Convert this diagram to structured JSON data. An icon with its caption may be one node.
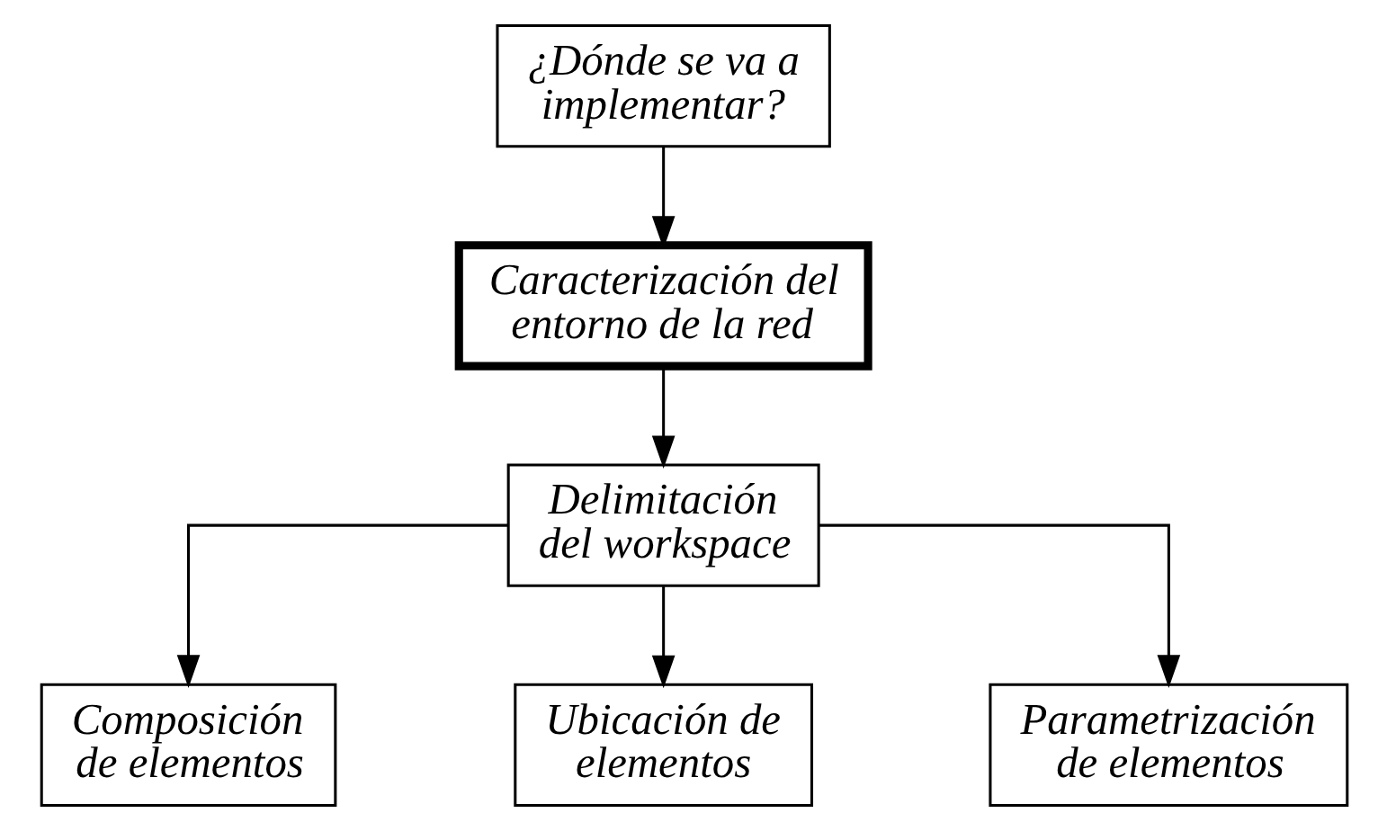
{
  "diagram": {
    "nodes": [
      {
        "text": [
          "¿Dónde se va a implementar?"
        ]
      },
      {
        "text": [
          "Caracterización del entorno de la red"
        ]
      },
      {
        "text": [
          "Delimitación del workspace"
        ]
      },
      {
        "text": [
          "Composición de elementos"
        ]
      },
      {
        "text": [
          "Ubicación de elementos"
        ]
      },
      {
        "text": [
          "Parametrización de elementos"
        ]
      }
    ],
    "edges": [
      {
        "from": 0,
        "to": 1,
        "arrow": "to"
      },
      {
        "from": 1,
        "to": 2,
        "arrow": "to"
      },
      {
        "from": 2,
        "to": 3,
        "arrow": "to"
      },
      {
        "from": 2,
        "to": 4,
        "arrow": "to"
      },
      {
        "from": 2,
        "to": 5,
        "arrow": "to"
      }
    ]
  }
}
